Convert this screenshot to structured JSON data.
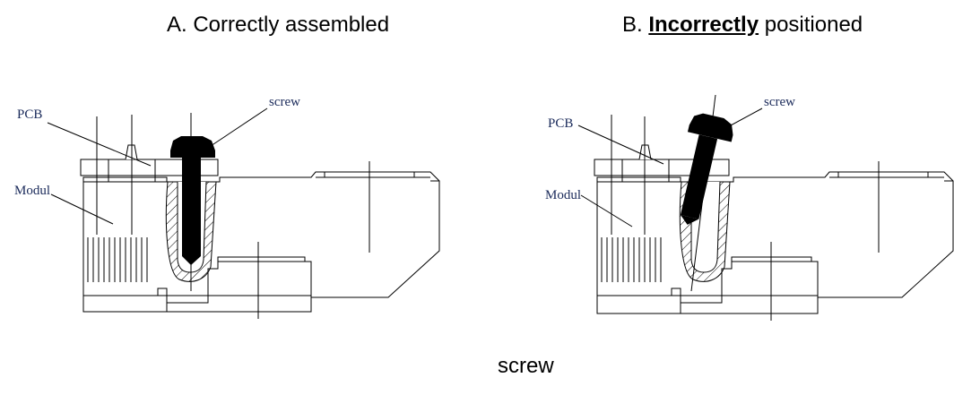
{
  "panel_a": {
    "title": "A. Correctly assembled"
  },
  "panel_b": {
    "title_prefix": "B. ",
    "title_emphasis": "Incorrectly",
    "title_suffix": " positioned"
  },
  "labels": {
    "pcb": "PCB",
    "modul": "Modul",
    "screw": "screw"
  },
  "caption": "screw",
  "colors": {
    "line": "#000000",
    "label": "#1a2a5a",
    "screw": "#000000"
  }
}
